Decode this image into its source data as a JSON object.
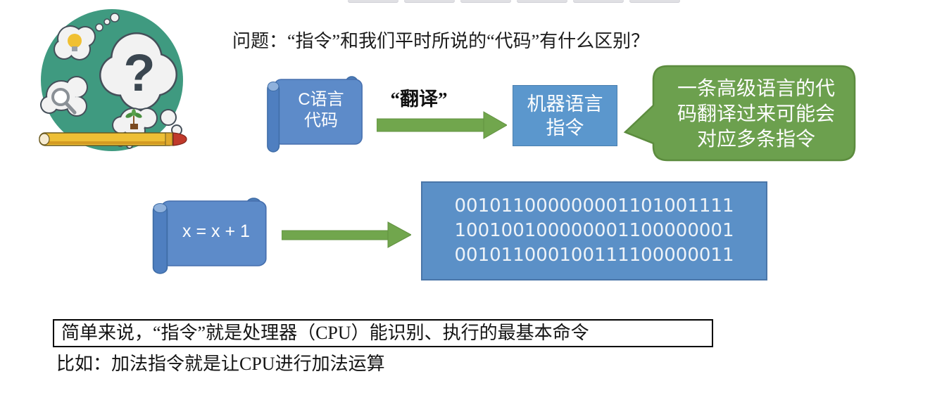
{
  "colors": {
    "scroll_blue": "#5d8bc9",
    "panel_blue": "#5b97cd",
    "binary_blue": "#5b90c7",
    "arrow_green": "#71a64d",
    "bubble_green": "#6ca04e",
    "illustration_teal": "#3f9a80",
    "summary_border": "#000000"
  },
  "thumbnail_strip": {
    "tab_count": 6
  },
  "title": {
    "text": "问题：“指令”和我们平时所说的“代码”有什么区别？"
  },
  "flow1": {
    "source": {
      "lines": [
        "C语言",
        "代码"
      ]
    },
    "arrow_label": "“翻译”",
    "target": {
      "lines": [
        "机器语言",
        "指令"
      ]
    },
    "bubble": {
      "lines": [
        "一条高级语言的代",
        "码翻译过来可能会",
        "对应多条指令"
      ]
    }
  },
  "flow2": {
    "source": {
      "text": "x = x + 1"
    },
    "binary": {
      "lines": [
        "001011000000001101001111",
        "100100100000001100000001",
        "001011000100111100000011"
      ]
    }
  },
  "summary": {
    "boxed_text": "简单来说，“指令”就是处理器（CPU）能识别、执行的最基本命令",
    "example_text": "比如：加法指令就是让CPU进行加法运算"
  },
  "illustration": {
    "icons": [
      "thought-cloud-icon",
      "question-mark-icon",
      "lightbulb-icon",
      "magnifier-icon",
      "plant-icon",
      "pencil-icon"
    ]
  }
}
